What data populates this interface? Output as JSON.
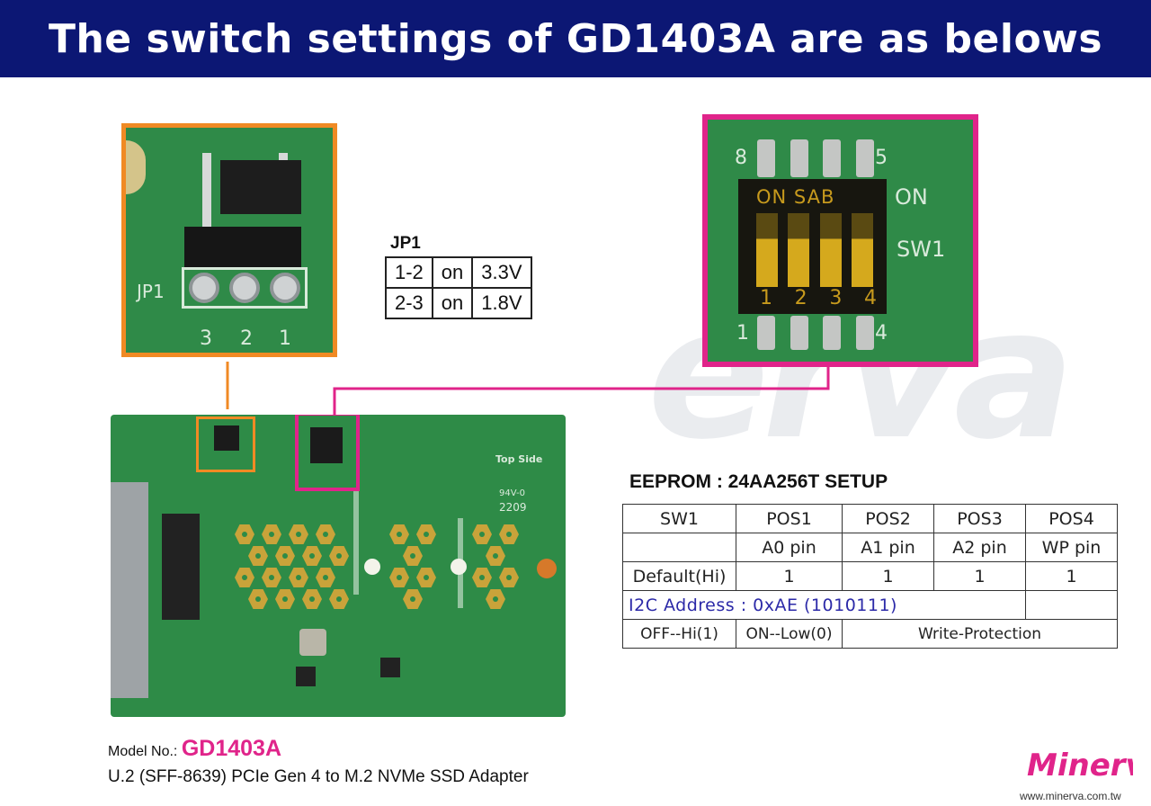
{
  "banner": {
    "title": "The switch settings of GD1403A are as belows"
  },
  "jp1_photo": {
    "label": "JP1",
    "pin_numbers": [
      "3",
      "2",
      "1"
    ]
  },
  "sw1_photo": {
    "top_numbers": [
      "8",
      "5"
    ],
    "bottom_numbers": [
      "1",
      "4"
    ],
    "switch_text": "ON SAB",
    "switch_digits": [
      "1",
      "2",
      "3",
      "4"
    ],
    "side_on": "ON",
    "side_sw": "SW1"
  },
  "board_photo": {
    "top_side": "Top Side",
    "mark": "94V-0",
    "date_code": "2209"
  },
  "jp1_table": {
    "title": "JP1",
    "rows": [
      [
        "1-2",
        "on",
        "3.3V"
      ],
      [
        "2-3",
        "on",
        "1.8V"
      ]
    ]
  },
  "eeprom": {
    "title": "EEPROM : 24AA256T SETUP",
    "header": [
      "SW1",
      "POS1",
      "POS2",
      "POS3",
      "POS4"
    ],
    "pins": [
      "A0 pin",
      "A1 pin",
      "A2 pin",
      "WP pin"
    ],
    "default_label": "Default(Hi)",
    "default_values": [
      "1",
      "1",
      "1",
      "1"
    ],
    "i2c": "I2C Address : 0xAE (1010111)",
    "legend": [
      "OFF--Hi(1)",
      "ON--Low(0)",
      "Write-Protection"
    ]
  },
  "footer": {
    "model_label": "Model No.:",
    "model_value": "GD1403A",
    "product": "U.2 (SFF-8639) PCIe Gen 4 to M.2 NVMe SSD Adapter",
    "logo_text": "Minerva",
    "website": "www.minerva.com.tw"
  },
  "colors": {
    "banner": "#0c1774",
    "jp1_frame": "#f08a24",
    "sw1_frame": "#e0248a",
    "model": "#e0248a",
    "i2c_text": "#2c2aa8"
  }
}
